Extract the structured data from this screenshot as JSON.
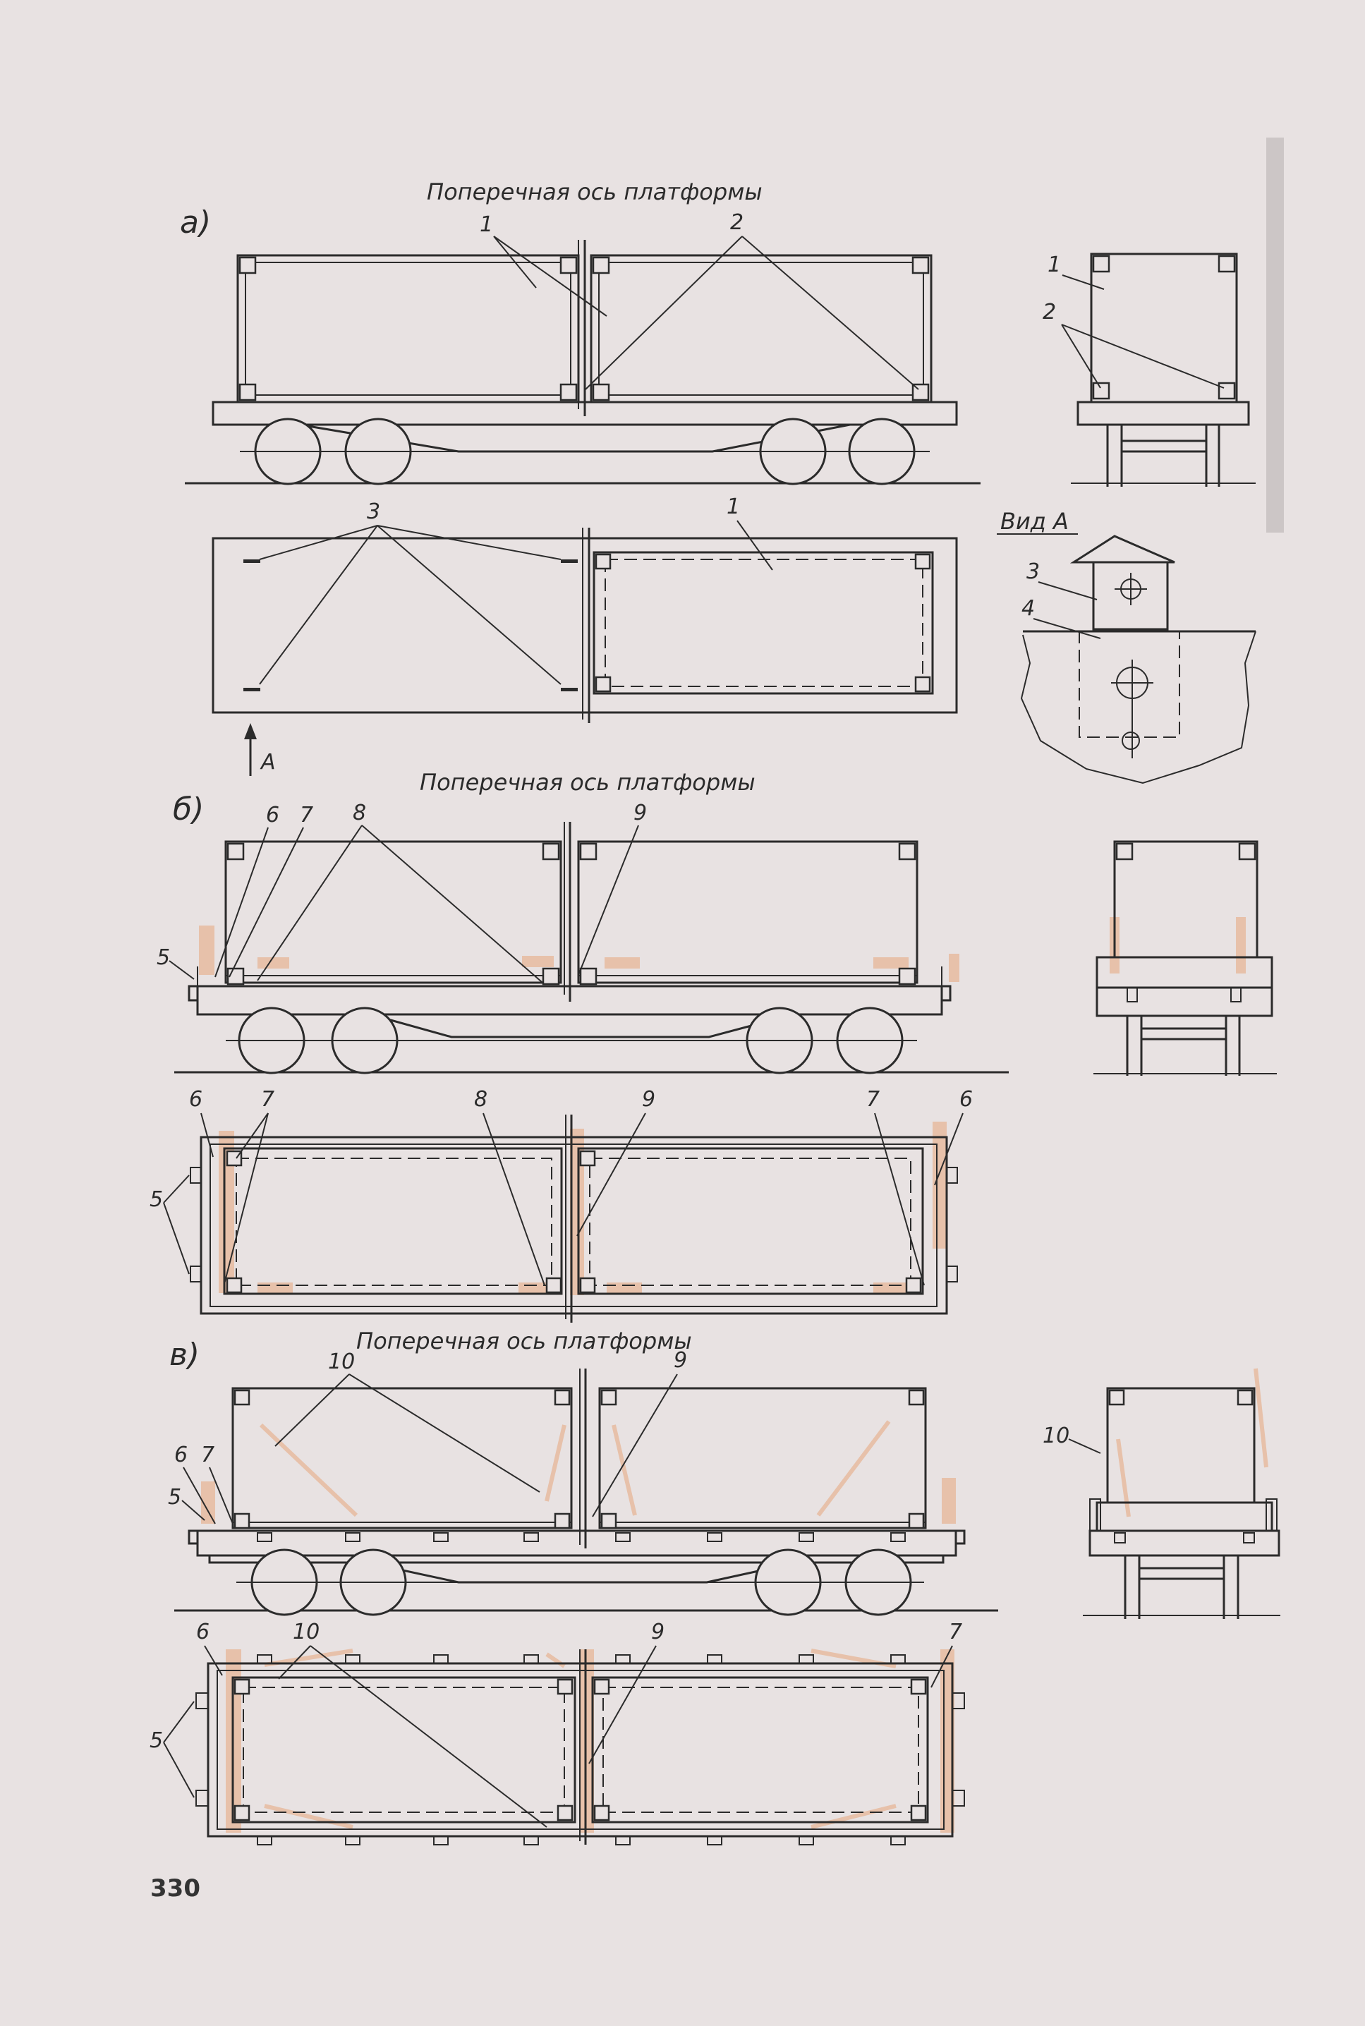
{
  "page_number": "330",
  "sections": {
    "a": {
      "label": "а)",
      "axis_caption": "Поперечная ось платформы"
    },
    "b": {
      "label": "б)",
      "axis_caption": "Поперечная ось платформы"
    },
    "v": {
      "label": "в)",
      "axis_caption": "Поперечная ось платформы"
    }
  },
  "view_a": {
    "title": "Вид А",
    "arrow_label": "А"
  },
  "callouts": {
    "n1": "1",
    "n2": "2",
    "n3": "3",
    "n4": "4",
    "n5": "5",
    "n6": "6",
    "n7": "7",
    "n8": "8",
    "n9": "9",
    "n10": "10"
  }
}
